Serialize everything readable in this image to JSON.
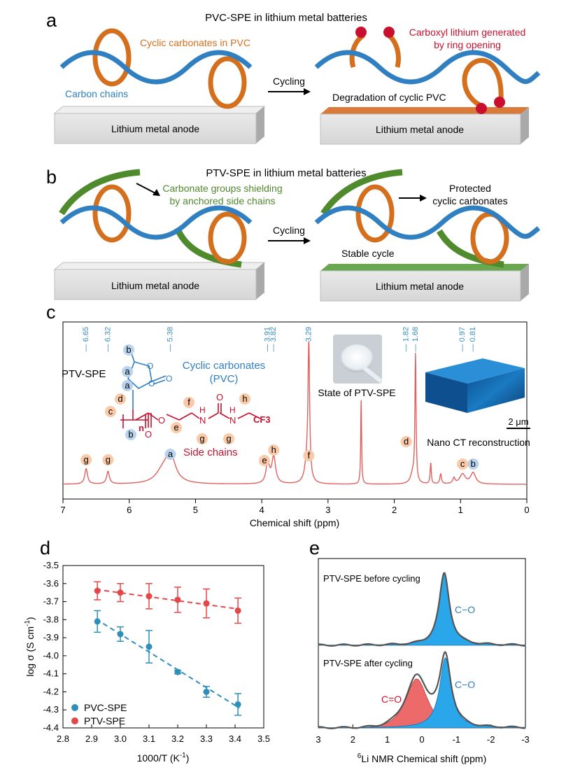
{
  "panel_a": {
    "letter": "a",
    "title": "PVC-SPE in lithium metal batteries",
    "cyclic_label": "Cyclic carbonates in PVC",
    "carbon_label": "Carbon chains",
    "arrow_label": "Cycling",
    "degradation_label": "Degradation of cyclic PVC",
    "carboxyl_line1": "Carboxyl lithium generated",
    "carboxyl_line2": "by ring opening",
    "anode_left": "Lithium metal anode",
    "anode_right": "Lithium metal anode"
  },
  "panel_b": {
    "letter": "b",
    "title": "PTV-SPE in lithium metal batteries",
    "shield_line1": "Carbonate groups shielding",
    "shield_line2": "by anchored side chains",
    "arrow_label": "Cycling",
    "protected_line1": "Protected",
    "protected_line2": "cyclic carbonates",
    "stable_label": "Stable cycle",
    "anode_left": "Lithium metal anode",
    "anode_right": "Lithium metal anode"
  },
  "panel_c": {
    "letter": "c",
    "peak_labels": [
      "6.65",
      "6.32",
      "5.38",
      "3.91",
      "3.82",
      "3.29",
      "1.82",
      "1.68",
      "0.97",
      "0.81"
    ],
    "ptv_label": "PTV-SPE",
    "cyclic_line1": "Cyclic carbonates",
    "cyclic_line2": "(PVC)",
    "side_chains": "Side chains",
    "state_label": "State of PTV-SPE",
    "scale_label": "2 μm",
    "nanoct_label": "Nano CT reconstruction",
    "cf3": "CF3",
    "n_label": "n",
    "atoms": {
      "o": "O",
      "n": "N",
      "h": "H"
    },
    "struct_letters": {
      "b1": "b",
      "a1": "a",
      "a2": "a",
      "d": "d",
      "c": "c",
      "b2": "b",
      "f": "f",
      "e": "e",
      "g1": "g",
      "g2": "g",
      "h": "h"
    },
    "peak_letters": [
      "g",
      "g",
      "a",
      "e",
      "h",
      "f",
      "d",
      "c",
      "b"
    ],
    "x_ticks": [
      "7",
      "6",
      "5",
      "4",
      "3",
      "2",
      "1",
      "0"
    ],
    "x_label": "Chemical shift (ppm)"
  },
  "panel_d": {
    "letter": "d",
    "x_label": "1000/T (K",
    "x_label_sup": "-1",
    "y_label": "log σ (S cm",
    "y_label_sup": "-1",
    "x_ticks": [
      "2.8",
      "2.9",
      "3.0",
      "3.1",
      "3.2",
      "3.3",
      "3.4",
      "3.5"
    ],
    "y_ticks": [
      "-3.5",
      "-3.6",
      "-3.7",
      "-3.8",
      "-3.9",
      "-4.0",
      "-4.1",
      "-4.2",
      "-4.3",
      "-4.4"
    ],
    "legend": [
      "PVC-SPE",
      "PTV-SPE"
    ]
  },
  "panel_e": {
    "letter": "e",
    "top_label": "PTV-SPE before cycling",
    "bottom_label": "PTV-SPE after cycling",
    "co_label": "C−O",
    "co_label2": "C−O",
    "ceo_label": "C=O",
    "x_ticks": [
      "3",
      "2",
      "1",
      "0",
      "-1",
      "-2",
      "-3"
    ],
    "x_label_sup": "6",
    "x_label": "Li NMR Chemical shift (ppm)"
  },
  "colors": {
    "blue_chain": "#2f7fc1",
    "orange_ring": "#d46f1e",
    "green_chain": "#4f8a2c",
    "red_dot": "#c8102e",
    "pvc": "#2f8fb8",
    "ptv": "#e24848",
    "nmr_line": "#e06060",
    "tick_blue": "#3a8fc0"
  },
  "chart_data": [
    {
      "type": "line",
      "xlabel": "1000/T (K-1)",
      "ylabel": "log σ (S cm-1)",
      "xlim": [
        2.8,
        3.5
      ],
      "ylim": [
        -4.4,
        -3.5
      ],
      "legend_position": "bottom-left",
      "series": [
        {
          "name": "PVC-SPE",
          "x": [
            2.92,
            3.0,
            3.1,
            3.2,
            3.3,
            3.41
          ],
          "y": [
            -3.81,
            -3.88,
            -3.95,
            -4.09,
            -4.2,
            -4.27
          ],
          "err": [
            0.06,
            0.04,
            0.09,
            0.01,
            0.03,
            0.06
          ]
        },
        {
          "name": "PTV-SPE",
          "x": [
            2.92,
            3.0,
            3.1,
            3.2,
            3.3,
            3.41
          ],
          "y": [
            -3.64,
            -3.65,
            -3.67,
            -3.69,
            -3.71,
            -3.75
          ],
          "err": [
            0.05,
            0.05,
            0.07,
            0.07,
            0.08,
            0.07
          ]
        }
      ]
    }
  ]
}
